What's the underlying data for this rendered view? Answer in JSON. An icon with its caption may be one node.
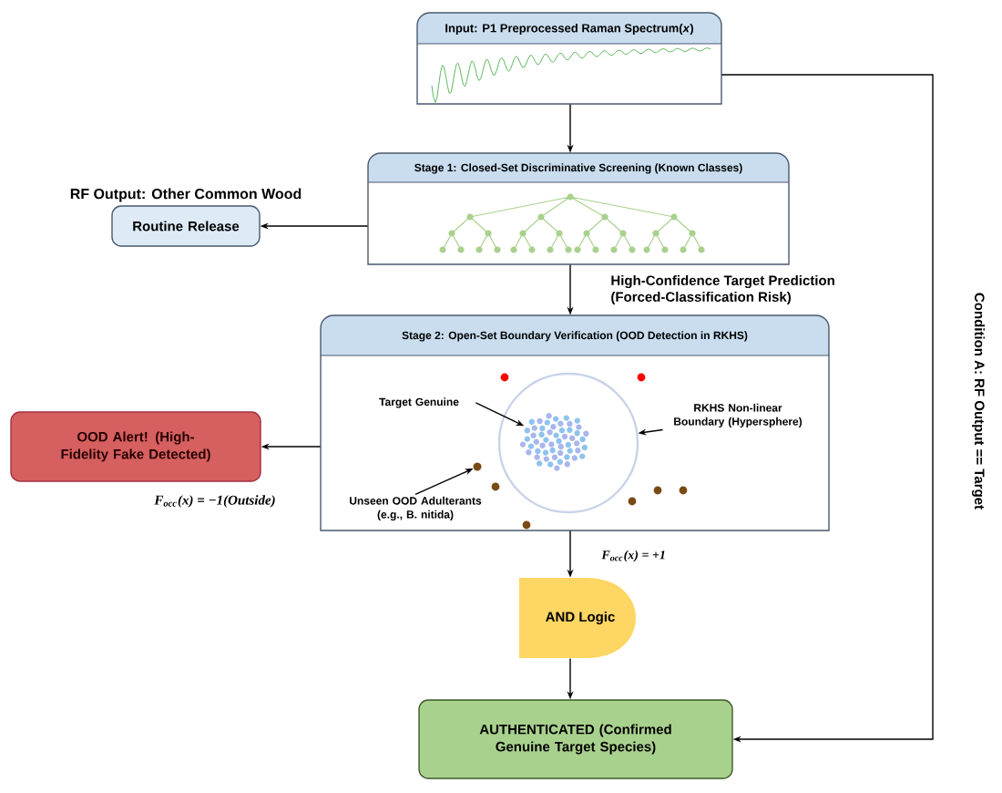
{
  "diagram": {
    "nodes": [
      {
        "text": [
          "Input: P1 Preprocessed Raman Spectrum(*x*)"
        ]
      },
      {
        "text": [
          "Stage 1: Closed-Set Discriminative Screening (Known Classes)"
        ]
      },
      {
        "text": [
          "Routine Release"
        ],
        "beside": [
          "RF Output: Other Common Wood"
        ]
      },
      {
        "text": [
          "Stage 2: Open-Set Boundary Verification (OOD Detection in RKHS)"
        ]
      },
      {
        "text": [
          "Target Genuine"
        ],
        "in": 3
      },
      {
        "text": [
          "RKHS Non-linear Boundary (Hypersphere)"
        ],
        "in": 3
      },
      {
        "text": [],
        "shape": "circle",
        "in": 3
      },
      {
        "text": [],
        "shape": "cluster",
        "in": 6
      },
      {
        "text": [
          "Unseen OOD Adulterants (e.g., B. nitida)"
        ],
        "in": 3
      },
      {
        "text": [],
        "shape": "circle",
        "in": 3
      },
      {
        "text": [
          "OOD Alert! (High-Fidelity Fake Detected)"
        ],
        "beside": [
          "F$_{occ}$(x) = −1(Outside)"
        ]
      },
      {
        "text": [
          "AND Logic"
        ]
      },
      {
        "text": [
          "AUTHENTICATED (Confirmed Genuine Target Species)"
        ]
      }
    ],
    "edges": [
      {
        "from": 0,
        "to": 1,
        "arrow": "to"
      },
      {
        "from": 1,
        "to": 2,
        "arrow": "to"
      },
      {
        "from": 1,
        "to": 3,
        "arrow": "to",
        "label": "High-Confidence Target Prediction (Forced-Classification Risk)"
      },
      {
        "from": 3,
        "to": 10,
        "arrow": "to"
      },
      {
        "from": 3,
        "to": 11,
        "arrow": "to",
        "label": "F$_{occ}$(x) = +1"
      },
      {
        "from": 11,
        "to": 12,
        "arrow": "to"
      },
      {
        "from": 0,
        "to": 12,
        "arrow": "to",
        "label": "Condition A: RF Output == Target"
      },
      {
        "from": 4,
        "to": 7,
        "arrow": "to"
      },
      {
        "from": 5,
        "to": 6,
        "arrow": "to"
      },
      {
        "from": 8,
        "to": 9,
        "arrow": "to"
      }
    ]
  }
}
